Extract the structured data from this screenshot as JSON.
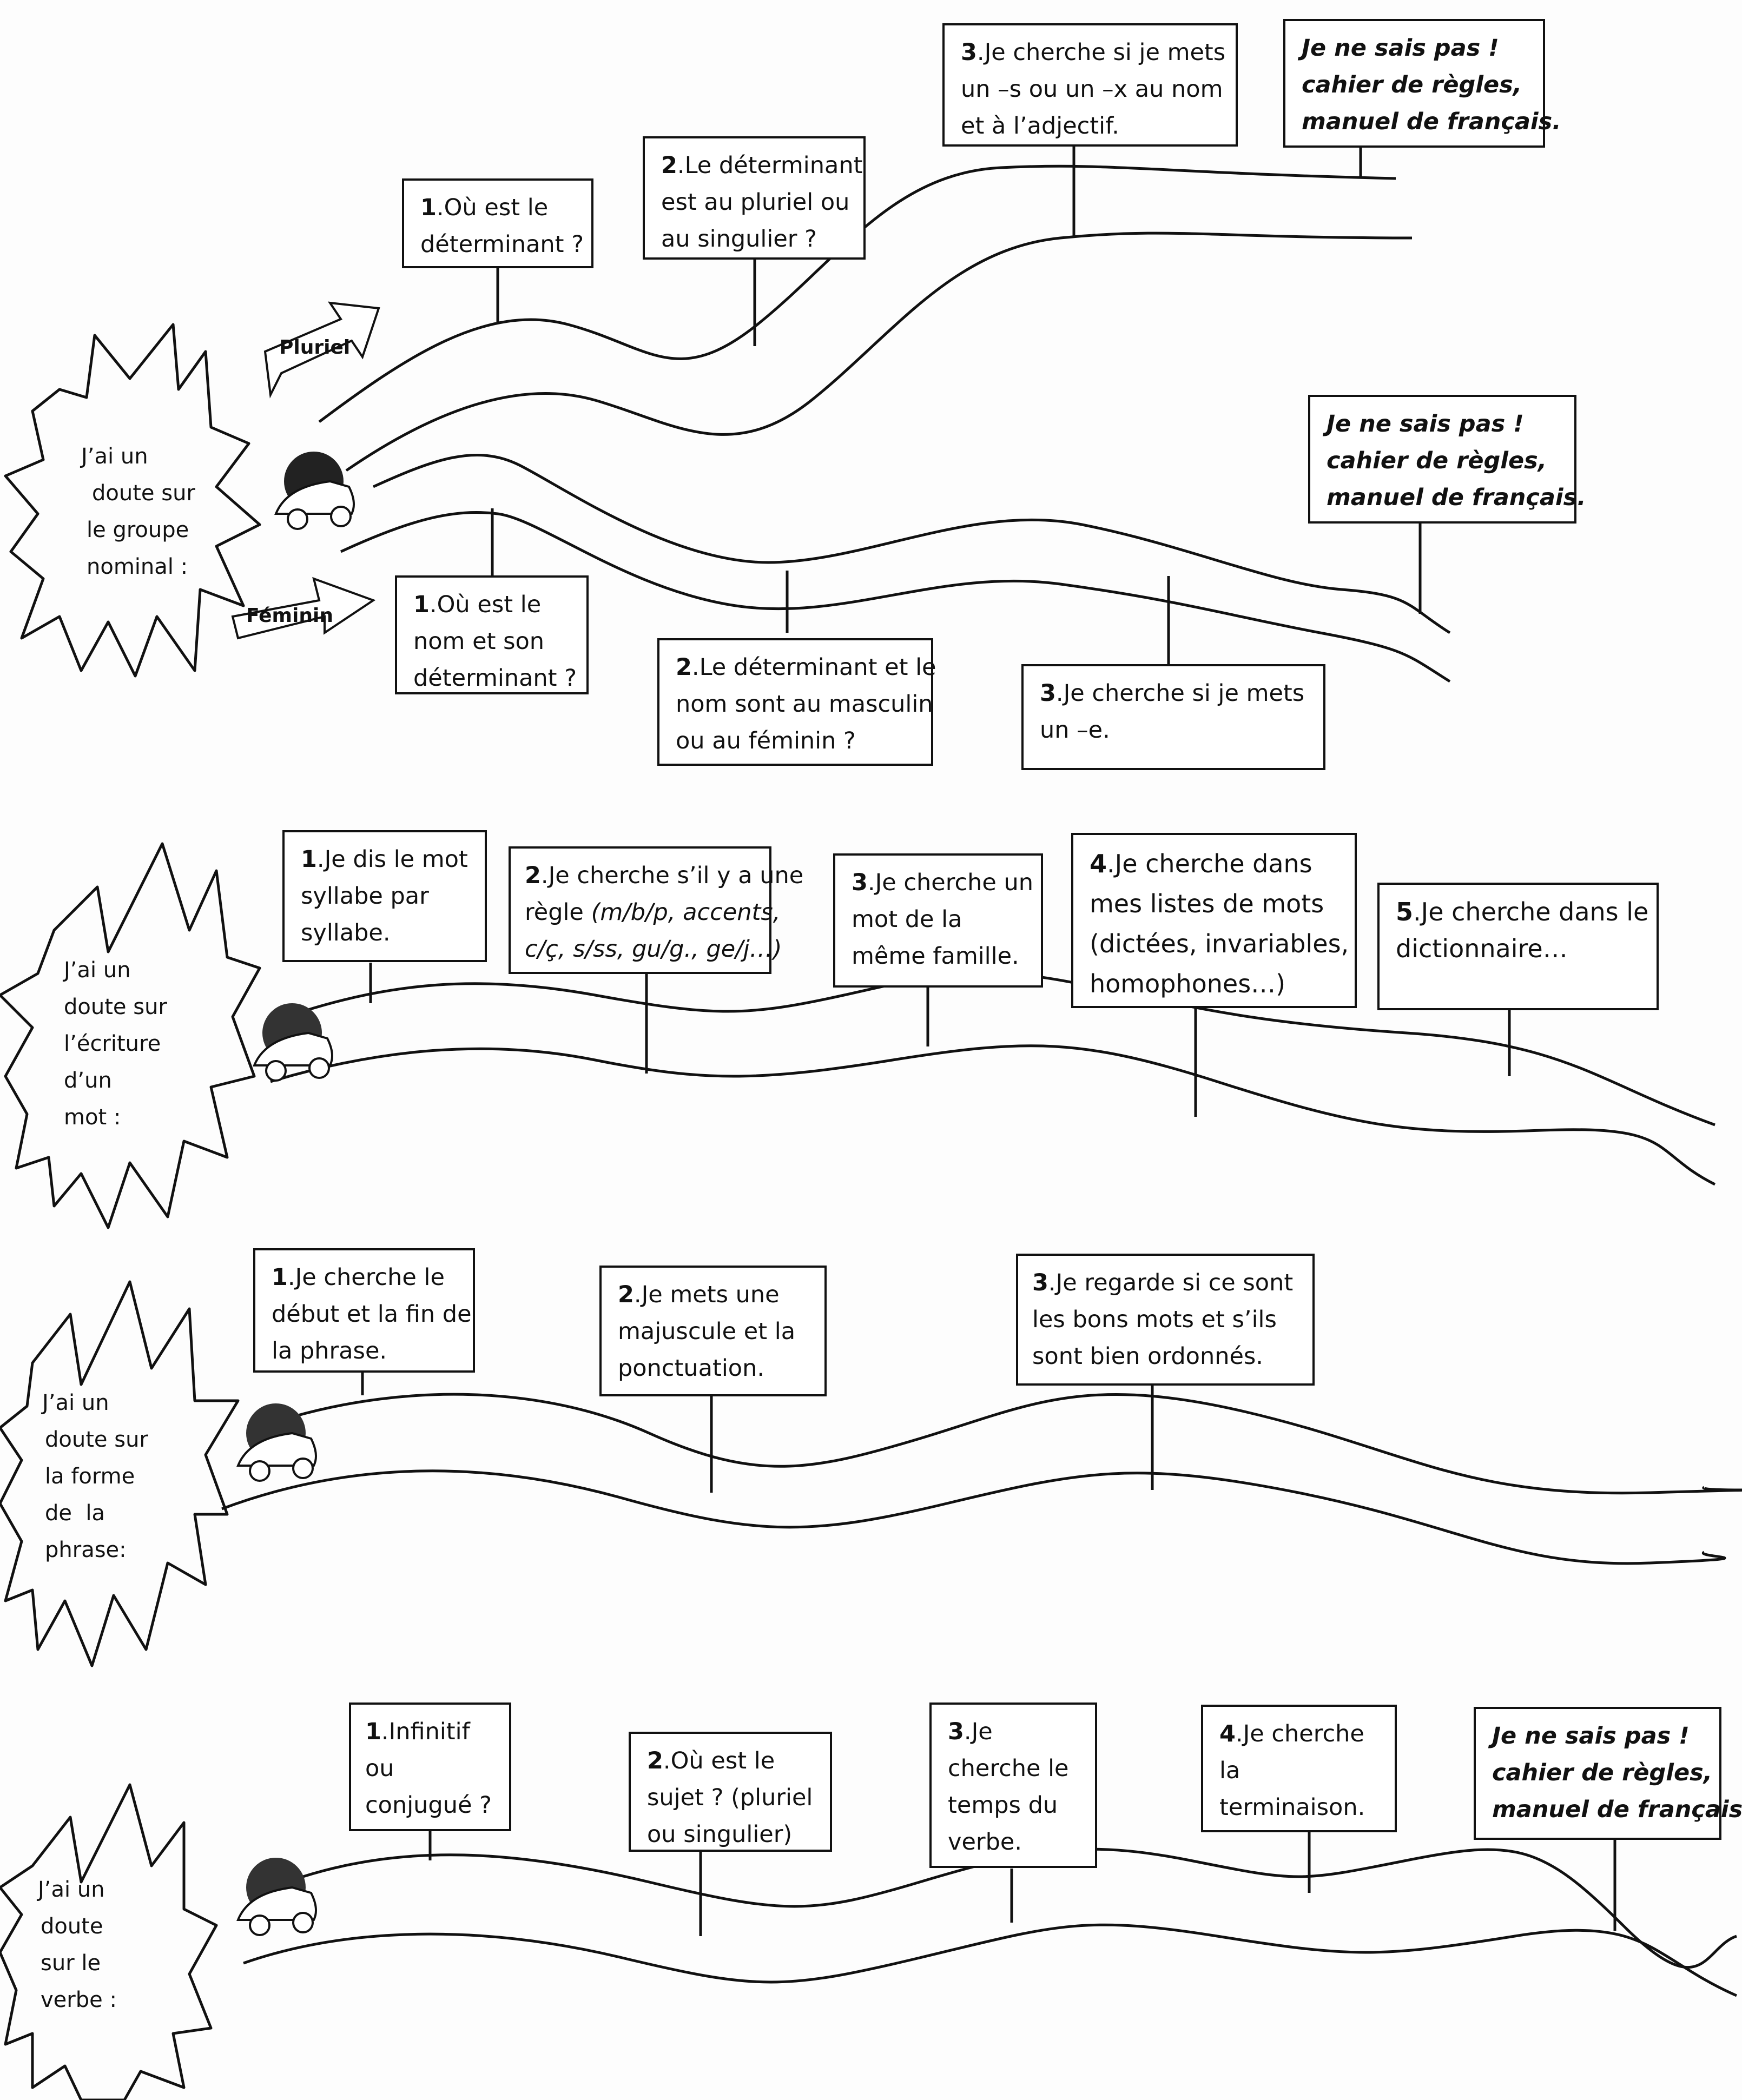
{
  "sections": {
    "groupe_nominal": {
      "burst": [
        "J’ai un",
        "doute sur",
        "le groupe",
        "nominal :"
      ],
      "pluriel": {
        "label": "Pluriel",
        "steps": [
          {
            "n": "1",
            "lines": [
              ".Où est le",
              "déterminant ?"
            ]
          },
          {
            "n": "2",
            "lines": [
              ".Le déterminant",
              "est au pluriel ou",
              "au singulier ?"
            ]
          },
          {
            "n": "3",
            "lines": [
              ".Je cherche si je mets",
              "un –s ou un –x au nom",
              "et à l’adjectif."
            ]
          }
        ],
        "help": [
          "Je ne sais pas !",
          "cahier de règles,",
          "manuel de français."
        ]
      },
      "feminin": {
        "label": "Féminin",
        "steps": [
          {
            "n": "1",
            "lines": [
              ".Où est le",
              "nom et son",
              "déterminant ?"
            ]
          },
          {
            "n": "2",
            "lines": [
              ".Le déterminant et le",
              "nom sont au masculin",
              "ou au féminin ?"
            ]
          },
          {
            "n": "3",
            "lines": [
              ".Je cherche si je mets",
              "un –e."
            ]
          }
        ],
        "help": [
          "Je ne sais pas !",
          "cahier de règles,",
          "manuel de français."
        ]
      }
    },
    "ecriture_mot": {
      "burst": [
        "J’ai un",
        "doute sur",
        "l’écriture",
        "d’un",
        "mot :"
      ],
      "steps": [
        {
          "n": "1",
          "lines": [
            ".Je dis le mot",
            "syllabe par",
            "syllabe."
          ]
        },
        {
          "n": "2",
          "lines": [
            ".Je cherche s’il y a une"
          ],
          "lines_it": [
            "règle ",
            "(m/b/p, accents,",
            "c/ç, s/ss, gu/g., ge/j…)"
          ]
        },
        {
          "n": "3",
          "lines": [
            ".Je cherche un",
            "mot de la",
            "même famille."
          ]
        },
        {
          "n": "4",
          "lines": [
            ".Je cherche dans",
            "mes listes de mots",
            "(dictées, invariables,",
            "homophones…)"
          ]
        },
        {
          "n": "5",
          "lines": [
            ".Je cherche dans le",
            "dictionnaire…"
          ]
        }
      ]
    },
    "forme_phrase": {
      "burst": [
        "J’ai un",
        "doute sur",
        "la forme",
        "de  la",
        "phrase:"
      ],
      "steps": [
        {
          "n": "1",
          "lines": [
            ".Je cherche le",
            "début et la fin de",
            "la phrase."
          ]
        },
        {
          "n": "2",
          "lines": [
            ".Je mets une",
            "majuscule et la",
            "ponctuation."
          ]
        },
        {
          "n": "3",
          "lines": [
            ".Je regarde si ce sont",
            "les bons mots et s’ils",
            "sont bien ordonnés."
          ]
        }
      ]
    },
    "verbe": {
      "burst": [
        "J’ai un",
        "doute",
        "sur le",
        "verbe :"
      ],
      "steps": [
        {
          "n": "1",
          "lines": [
            ".Infinitif",
            "ou",
            "conjugué ?"
          ]
        },
        {
          "n": "2",
          "lines": [
            ".Où est le",
            "sujet ? (pluriel",
            "ou singulier)"
          ]
        },
        {
          "n": "3",
          "lines": [
            ".Je",
            "cherche le",
            "temps du",
            "verbe."
          ]
        },
        {
          "n": "4",
          "lines": [
            ".Je cherche",
            "la",
            "terminaison."
          ]
        }
      ],
      "help": [
        "Je ne sais pas !",
        "cahier de règles,",
        "manuel de français."
      ]
    }
  },
  "colors": {
    "ink": "#111111",
    "paper": "#fdfdfd"
  },
  "icons": [
    "starburst-icon",
    "car-icon",
    "arrow-right-icon"
  ]
}
